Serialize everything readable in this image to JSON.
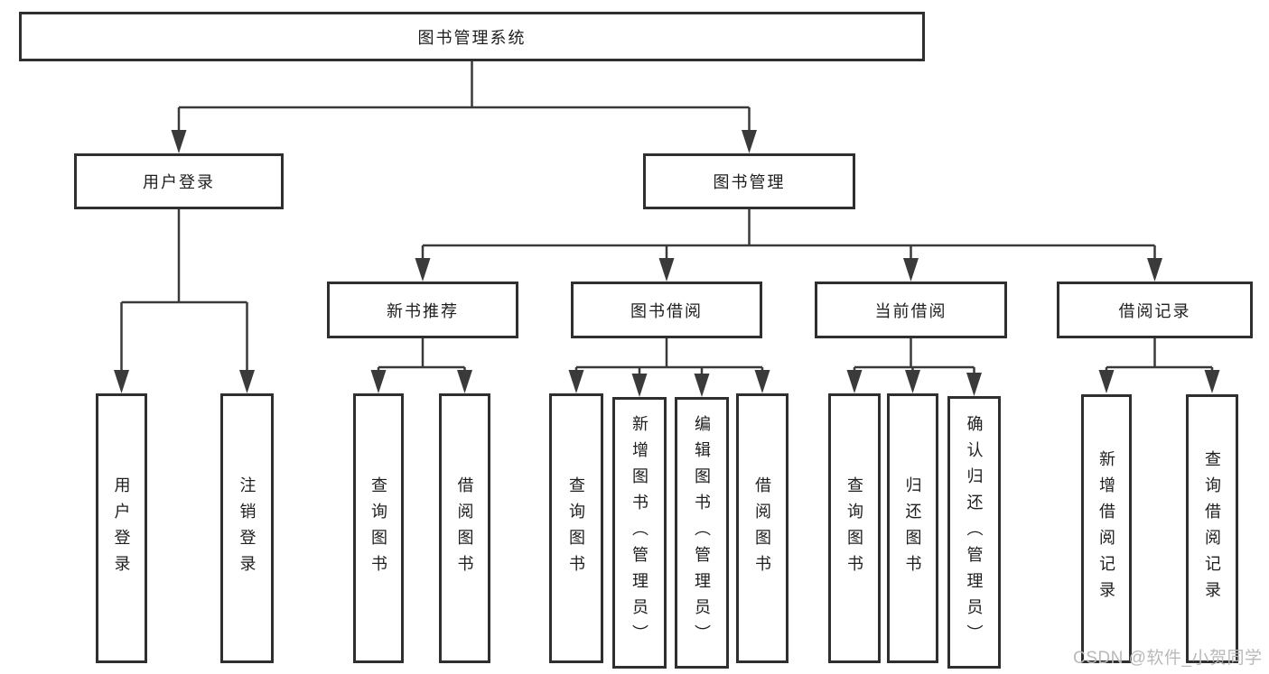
{
  "diagram": {
    "root": {
      "label": "图书管理系统"
    },
    "branches": [
      {
        "label": "用户登录",
        "children": [
          {
            "label": "用户登录"
          },
          {
            "label": "注销登录"
          }
        ]
      },
      {
        "label": "图书管理",
        "children": [
          {
            "label": "新书推荐",
            "children": [
              {
                "label": "查询图书"
              },
              {
                "label": "借阅图书"
              }
            ]
          },
          {
            "label": "图书借阅",
            "children": [
              {
                "label": "查询图书"
              },
              {
                "label": "新增图书（管理员）"
              },
              {
                "label": "编辑图书（管理员）"
              },
              {
                "label": "借阅图书"
              }
            ]
          },
          {
            "label": "当前借阅",
            "children": [
              {
                "label": "查询图书"
              },
              {
                "label": "归还图书"
              },
              {
                "label": "确认归还（管理员）"
              }
            ]
          },
          {
            "label": "借阅记录",
            "children": [
              {
                "label": "新增借阅记录"
              },
              {
                "label": "查询借阅记录"
              }
            ]
          }
        ]
      }
    ]
  },
  "watermark": {
    "text": "CSDN @软件_小贺同学"
  },
  "colors": {
    "line": "#3a3a3a",
    "border": "#2f2f2f",
    "text": "#1e1e1e",
    "watermark": "#b9b9b9",
    "background": "#ffffff"
  }
}
